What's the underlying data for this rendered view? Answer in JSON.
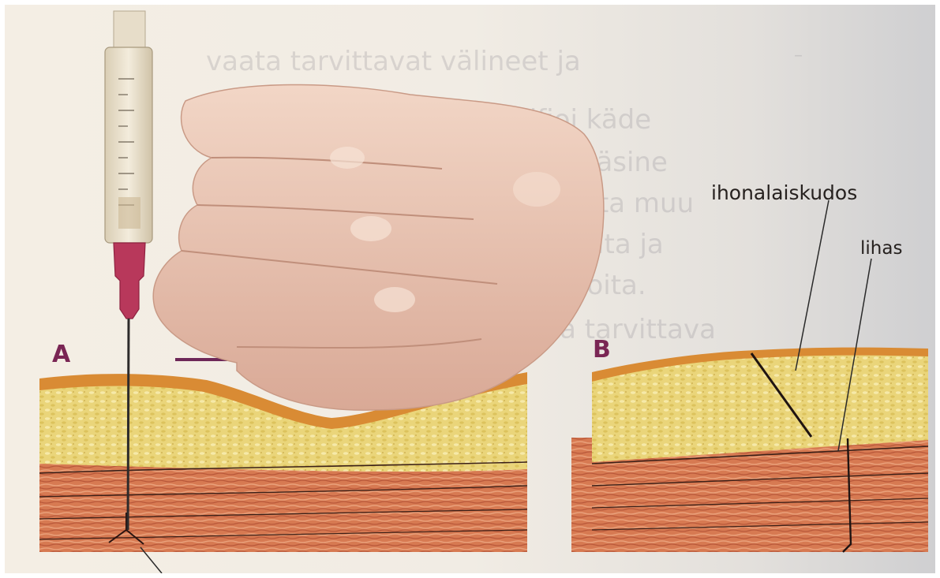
{
  "diagram": {
    "panel_a_letter": "A",
    "panel_b_letter": "B",
    "labels": {
      "subcutaneous_tissue": "ihonalaiskudos",
      "muscle": "lihas"
    },
    "background_text_lines": [
      "vaata tarvittavat välineet ja",
      "Desifioi käde",
      "suojakäsine",
      "painasta muu",
      "roiskeilta ja",
      "reaktioita.",
      "Vedä tarvittava"
    ]
  }
}
